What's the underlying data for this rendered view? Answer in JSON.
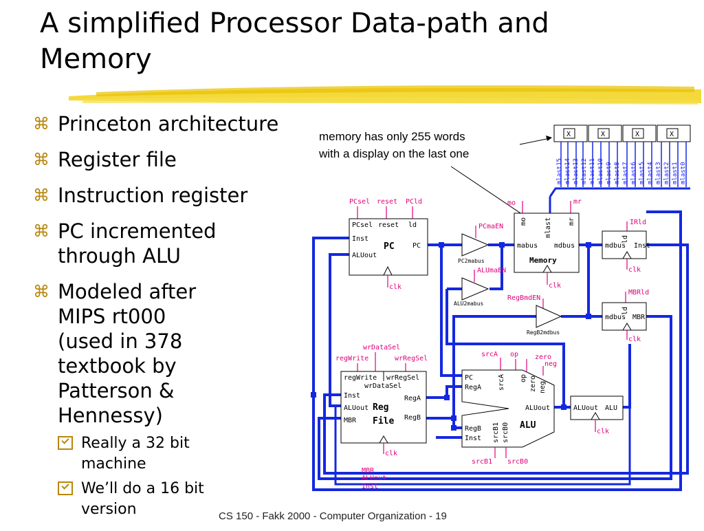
{
  "title": {
    "line1": "A simplified Processor Data-path and",
    "line2": "Memory"
  },
  "bullets": [
    {
      "lines": [
        "Princeton architecture"
      ]
    },
    {
      "lines": [
        "Register file"
      ]
    },
    {
      "lines": [
        "Instruction register"
      ]
    },
    {
      "lines": [
        "PC incremented",
        "through ALU"
      ]
    },
    {
      "lines": [
        "Modeled after",
        "MIPS rt000",
        "(used in 378",
        "textbook by",
        "Patterson &",
        "Hennessy)"
      ]
    }
  ],
  "sub_bullets": [
    {
      "lines": [
        "Really a 32 bit",
        "machine"
      ]
    },
    {
      "lines": [
        "We’ll do a 16 bit",
        "version"
      ]
    }
  ],
  "note": {
    "line1": "memory has only 255 words",
    "line2": "with a display on the last one"
  },
  "footer": "CS 150 - Fakk 2000 - Computer Organization - 19",
  "diagram": {
    "display_digits": [
      "X",
      "X",
      "X",
      "X"
    ],
    "mlast_labels": [
      "mlast15",
      "mlast14",
      "mlast13",
      "mlast12",
      "mlast11",
      "mlast10",
      "mlast9",
      "mlast8",
      "mlast7",
      "mlast6",
      "mlast5",
      "mlast4",
      "mlast3",
      "mlast2",
      "mlast1",
      "mlast0"
    ],
    "pc": {
      "top_labels": [
        "PCsel",
        "reset",
        "PCld"
      ],
      "in_labels": [
        "PCsel",
        "reset",
        "ld"
      ],
      "inst": "Inst",
      "aluout": "ALUout",
      "name": "PC",
      "out": "PC",
      "clk": "clk"
    },
    "memory": {
      "mo": "mo",
      "mr": "mr",
      "mo_in": "mo",
      "mlast": "mlast",
      "mr_in": "mr",
      "mabus": "mabus",
      "mdbus": "mdbus",
      "name": "Memory",
      "clk": "clk"
    },
    "pcmaen": "PCmaEN",
    "pc2mabus": "PC2mabus",
    "alumaen": "ALUmaEN",
    "alu2mabus": "ALU2mabus",
    "regbmden": "RegBmdEN",
    "regb2mdbus": "RegB2mdbus",
    "ir": {
      "top": "IRld",
      "ld": "ld",
      "mdbus": "mdbus",
      "inst": "Inst",
      "clk": "clk"
    },
    "mbr": {
      "top": "MBRld",
      "ld": "ld",
      "mdbus": "mdbus",
      "name": "MBR",
      "clk": "clk"
    },
    "regfile": {
      "wrdatasel": "wrDataSel",
      "regwrite": "regWrite",
      "wrregsel": "wrRegSel",
      "in_regwrite": "regWrite",
      "in_wrregsel": "wrRegSel",
      "in_wrdatasel": "wrDataSel",
      "inst": "Inst",
      "aluout": "ALUout",
      "mbr": "MBR",
      "rega": "RegA",
      "regb": "RegB",
      "name1": "Reg",
      "name2": "File",
      "clk": "clk"
    },
    "alu": {
      "srca": "srcA",
      "op": "op",
      "zero": "zero",
      "neg": "neg",
      "pc": "PC",
      "rega": "RegA",
      "srca_in": "srcA",
      "op_in": "op",
      "zero_in": "zero",
      "neg_in": "neg",
      "aluout": "ALUout",
      "name": "ALU",
      "regb": "RegB",
      "inst": "Inst",
      "srcb1_in": "srcB1",
      "srcb0_in": "srcB0",
      "srcb1": "srcB1",
      "srcb0": "srcB0"
    },
    "aluoutreg": {
      "in": "ALUout",
      "out": "ALU",
      "clk": "clk"
    },
    "bottom_labels": [
      "MBR",
      "ALUout",
      "Inst"
    ]
  }
}
